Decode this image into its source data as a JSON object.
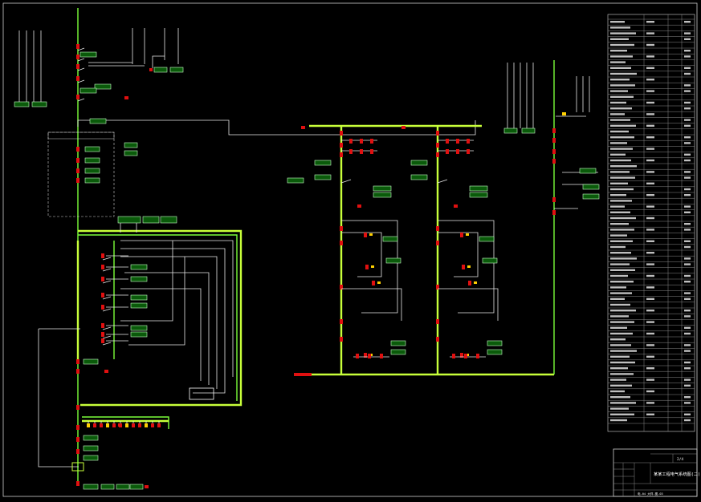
{
  "title_block": {
    "drawing_title": "某某工程电气系统图(二)",
    "drawing_number": "2/4",
    "doc_code": "电-04 大样-图-03"
  },
  "colors": {
    "background": "#000000",
    "wire": "#e8e8e8",
    "bus": "#c8ff3a",
    "device": "#e01010",
    "label_box": "#0a5a0a",
    "frame": "#cfcfcf"
  }
}
